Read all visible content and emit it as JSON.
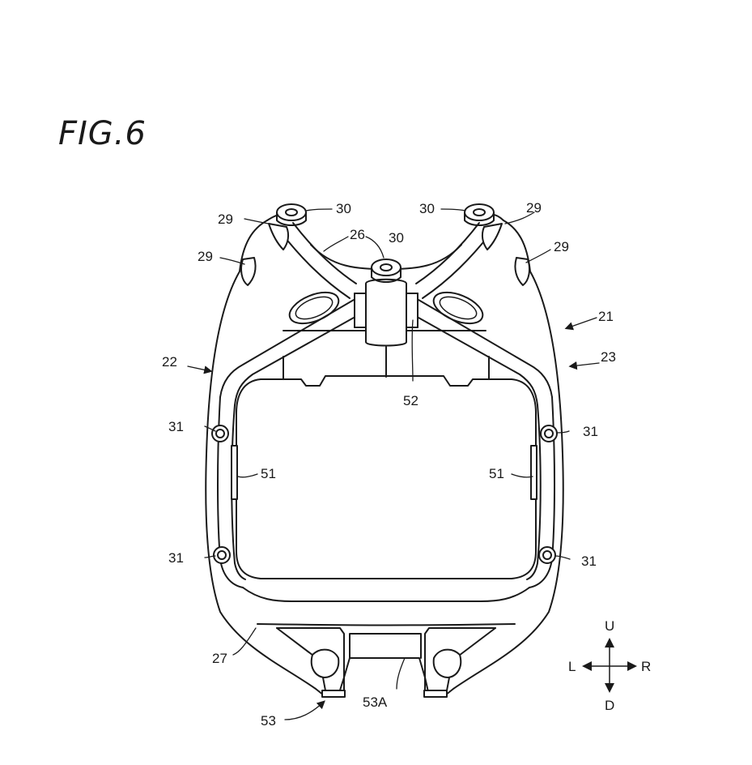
{
  "figure": {
    "title": "FIG.6"
  },
  "ref": {
    "r21": "21",
    "r22": "22",
    "r23": "23",
    "r26": "26",
    "r27": "27",
    "r29": "29",
    "r30": "30",
    "r31": "31",
    "r51": "51",
    "r52": "52",
    "r53": "53",
    "r53a": "53A"
  },
  "compass": {
    "up": "U",
    "down": "D",
    "left": "L",
    "right": "R"
  },
  "colors": {
    "ink": "#1a1a1a",
    "paper": "#ffffff"
  }
}
